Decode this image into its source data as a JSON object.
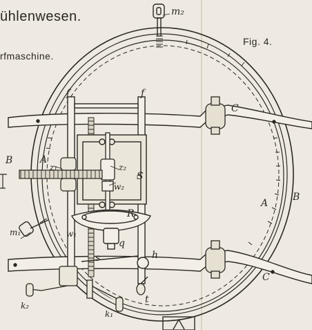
{
  "header": {
    "title": "ühlenwesen.",
    "subtitle": "rfmaschine.",
    "figure_label": "Fig. 4."
  },
  "labels": {
    "m2": "m₂",
    "f_left": "f",
    "f_right": "f",
    "C_top": "C",
    "B_left": "B",
    "A_left": "A",
    "z1": "z₁",
    "z2": "z₂",
    "w2": "w₂",
    "S": "S",
    "B_right": "B",
    "A_right": "A",
    "m1": "m₁",
    "w1": "w₁",
    "R": "R",
    "q": "q",
    "s": "s",
    "h": "h",
    "C_bottom": "C",
    "t": "t",
    "k2": "k₂",
    "k1": "k₁"
  }
}
